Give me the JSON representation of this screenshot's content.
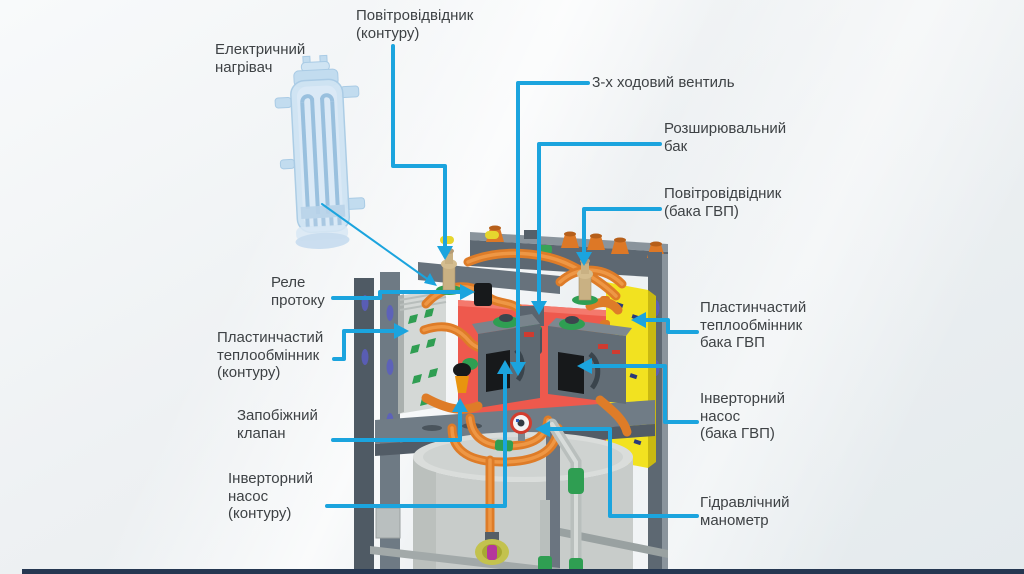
{
  "figure": {
    "description_language": "uk",
    "type": "labeled component diagram of a heat-pump hydro unit"
  },
  "colors": {
    "leader_blue": "#1ba4de",
    "label_text": "#3e4245",
    "bottom_bar": "#253751",
    "pipe_orange": "#de7c28",
    "pipe_orange_light": "#f09a48",
    "expansion_red": "#ee594d",
    "hx_yellow": "#f2e220",
    "fitting_green": "#2f9e52",
    "vent_brass": "#c9b183",
    "frame_gray": "#6b7680",
    "tank_gray": "#c8ccca",
    "heater_blue": "#cfe4f3",
    "slot_violet": "#5b5ec2"
  },
  "labels": [
    {
      "id": "electric-heater",
      "lines": [
        "Електричний",
        "нагрівач"
      ]
    },
    {
      "id": "air-vent-circuit",
      "lines": [
        "Повітровідвідник",
        "(контуру)"
      ]
    },
    {
      "id": "three-way-valve",
      "lines": [
        "3-х ходовий вентиль"
      ]
    },
    {
      "id": "expansion-tank",
      "lines": [
        "Розширювальний",
        "бак"
      ]
    },
    {
      "id": "air-vent-dhw",
      "lines": [
        "Повітровідвідник",
        "(бака ГВП)"
      ]
    },
    {
      "id": "plate-hx-dhw",
      "lines": [
        "Пластинчастий",
        "теплообмінник",
        "бака ГВП"
      ]
    },
    {
      "id": "inverter-pump-dhw",
      "lines": [
        "Інверторний",
        "насос",
        "(бака ГВП)"
      ]
    },
    {
      "id": "hydraulic-gauge",
      "lines": [
        "Гідравлічний",
        "манометр"
      ]
    },
    {
      "id": "flow-switch",
      "lines": [
        "Реле",
        "протоку"
      ]
    },
    {
      "id": "plate-hx-circuit",
      "lines": [
        "Пластинчастий",
        "теплообмінник",
        "(контуру)"
      ]
    },
    {
      "id": "safety-valve",
      "lines": [
        "Запобіжний",
        "клапан"
      ]
    },
    {
      "id": "inverter-pump-circuit",
      "lines": [
        "Інверторний",
        "насос",
        "(контуру)"
      ]
    }
  ]
}
